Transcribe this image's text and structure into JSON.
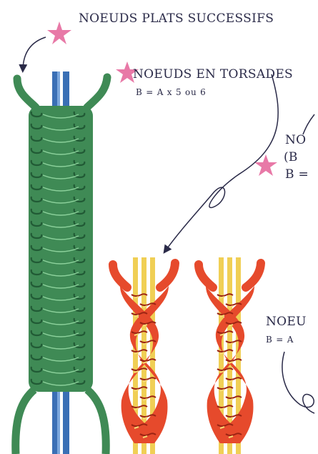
{
  "labels": {
    "flat_knots": "NOEUDS PLATS SUCCESSIFS",
    "twisted_knots": "NOEUDS EN TORSADES",
    "twisted_formula": "B = A x 5 ou 6",
    "right_partial_1_a": "NO",
    "right_partial_1_b": "(B",
    "right_partial_1_c": "B =",
    "right_partial_2_a": "NOEU",
    "right_partial_2_b": "B = A"
  },
  "colors": {
    "green": "#3f8a55",
    "green_dark": "#215a35",
    "blue": "#3a6fb5",
    "red": "#e64a2c",
    "red_dark": "#9b2413",
    "yellow": "#f0cf55",
    "star": "#e879a7",
    "ink": "#2a2a48"
  },
  "icons": [
    "star-icon",
    "arrow-icon"
  ]
}
